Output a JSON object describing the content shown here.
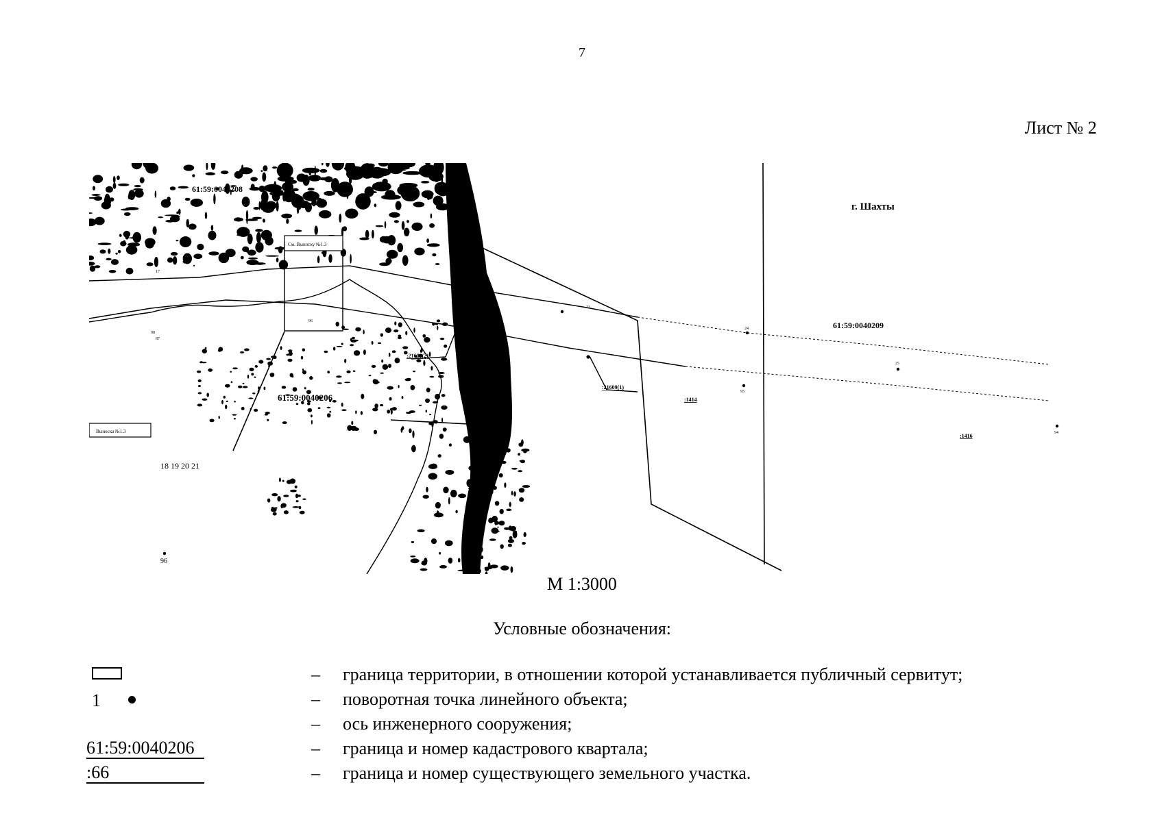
{
  "page": {
    "number": "7",
    "sheet_label": "Лист № 2"
  },
  "map": {
    "city_label": "г. Шахты",
    "quarters": {
      "north": "61:59:0040208",
      "east": "61:59:0040209",
      "south": "61:59:0040206"
    },
    "callouts": {
      "see_callout": "См. Выноску №1.3",
      "callout": "Выноска №1.3"
    },
    "parcels": {
      "p1": ":21609(2)",
      "p2": ":21609(1)",
      "p3": ":1414",
      "p4": ":1416"
    },
    "points": {
      "p17": "17",
      "p23": "23",
      "p24": "24",
      "p25": "25",
      "p95": "95",
      "p94": "94",
      "p96": "96",
      "p96b": "96",
      "p98": "98",
      "p87": "87",
      "p18_21": "18 19 20 21"
    },
    "scale": "М 1:3000"
  },
  "legend": {
    "title": "Условные обозначения:",
    "items": [
      {
        "symbol": "rect",
        "text": "граница территории, в отношении которой устанавливается публичный сервитут;"
      },
      {
        "symbol": "point",
        "symbol_text": "1",
        "text": "поворотная точка линейного объекта;"
      },
      {
        "symbol": "axis",
        "text": "ось инженерного сооружения;"
      },
      {
        "symbol": "quarter",
        "symbol_text": "61:59:0040206",
        "text": "граница и номер кадастрового квартала;"
      },
      {
        "symbol": "parcel",
        "symbol_text": ":66",
        "text": "граница и номер существующего земельного участка."
      }
    ],
    "dash": "–"
  }
}
